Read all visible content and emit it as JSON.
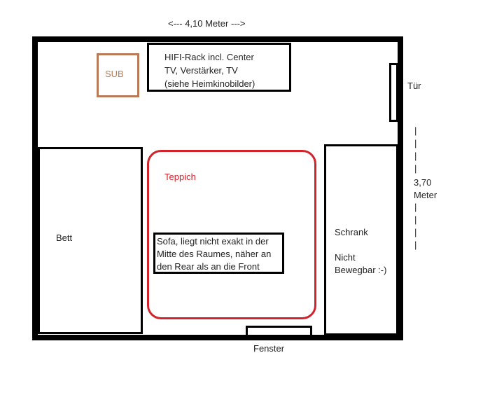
{
  "width_label": "<--- 4,10 Meter --->",
  "height_label": {
    "pipes_top": "|\n|\n|\n|",
    "value": "3,70",
    "unit": "Meter",
    "pipes_bottom": "|\n|\n|\n|"
  },
  "furniture": {
    "sub": "SUB",
    "hifi_rack": [
      "HIFI-Rack incl. Center",
      "TV, Verstärker, TV",
      "(siehe Heimkinobilder)"
    ],
    "door": "Tür",
    "bed": "Bett",
    "carpet": "Teppich",
    "sofa": [
      "Sofa, liegt nicht exakt in der",
      "Mitte des Raumes, näher an",
      "den Rear als an die Front"
    ],
    "wardrobe": {
      "name": "Schrank",
      "note_1": "Nicht",
      "note_2": "Bewegbar :-)"
    },
    "window": "Fenster"
  },
  "colors": {
    "wall": "#000000",
    "sub": "#b97a57",
    "carpet": "#d2232a"
  }
}
